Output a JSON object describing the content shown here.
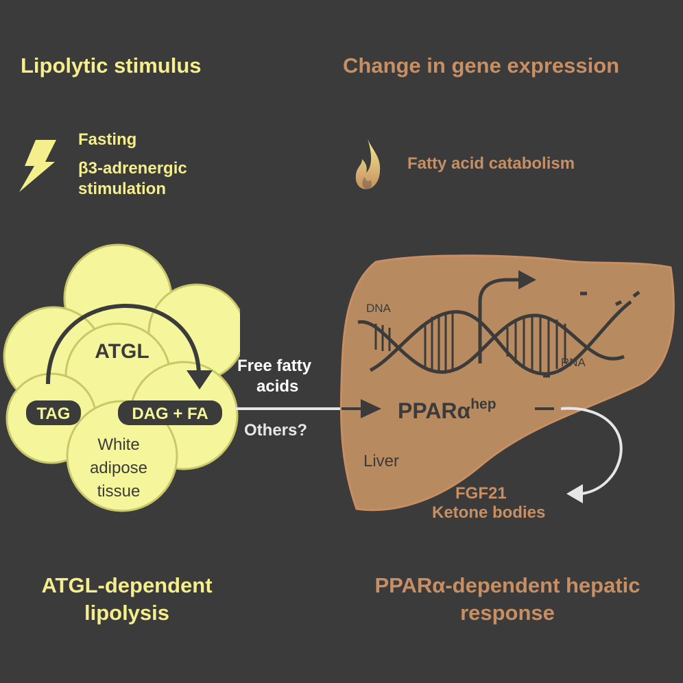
{
  "headings": {
    "top_left": "Lipolytic stimulus",
    "top_right": "Change in gene expression",
    "bottom_left_line1": "ATGL-dependent",
    "bottom_left_line2": "lipolysis",
    "bottom_right_line1": "PPARα-dependent hepatic",
    "bottom_right_line2": "response"
  },
  "stimulus": {
    "item1": "Fasting",
    "item2_line1": "β3-adrenergic",
    "item2_line2": "stimulation"
  },
  "gene_expression": {
    "label": "Fatty acid catabolism"
  },
  "adipose": {
    "enzyme": "ATGL",
    "substrate": "TAG",
    "product": "DAG + FA",
    "tissue_line1": "White",
    "tissue_line2": "adipose",
    "tissue_line3": "tissue"
  },
  "transport": {
    "line1": "Free fatty",
    "line2": "acids",
    "line3": "Others?"
  },
  "liver": {
    "dna_label": "DNA",
    "rna_label": "RNA",
    "receptor": "PPARα",
    "receptor_sup": "hep",
    "organ_label": "Liver",
    "output1": "FGF21",
    "output2": "Ketone bodies"
  },
  "colors": {
    "background": "#3b3b3b",
    "yellow_text": "#f4ee8c",
    "brown_text": "#c78f63",
    "adipocyte_fill": "#f5f59b",
    "liver_fill": "#b88a5f",
    "dark": "#3b3b3b"
  }
}
